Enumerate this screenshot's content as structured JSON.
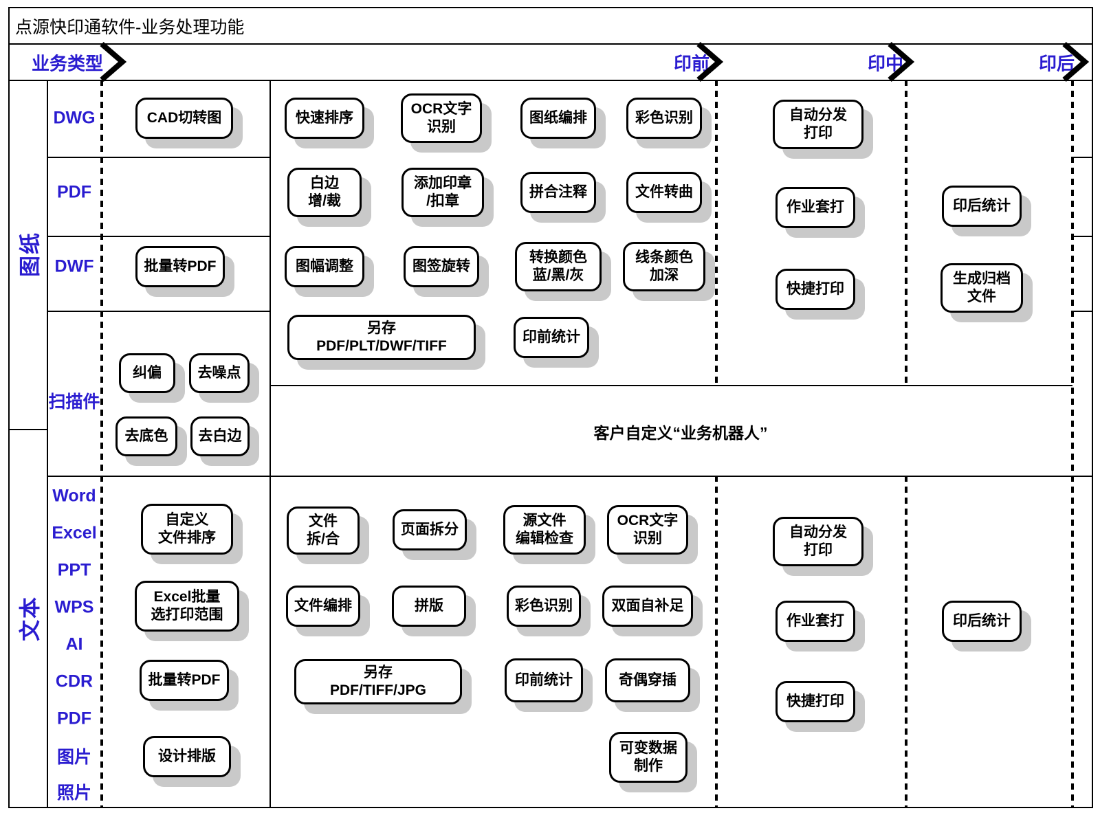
{
  "title": "点源快印通软件-业务处理功能",
  "colors": {
    "accent": "#2A1CD0",
    "line": "#000000",
    "shadow": "#C9C9C9",
    "background": "#FFFFFF"
  },
  "header": {
    "business_type": "业务类型",
    "stages": [
      "印前",
      "印中",
      "印后"
    ]
  },
  "categories": {
    "top": "图纸",
    "bottom": "文本"
  },
  "formats": {
    "top": [
      "DWG",
      "PDF",
      "DWF",
      "扫描件"
    ],
    "bottom": [
      "Word",
      "Excel",
      "PPT",
      "WPS",
      "AI",
      "CDR",
      "PDF",
      "图片",
      "照片"
    ]
  },
  "custom_band_label": "客户自定义“业务机器人”",
  "boxes": [
    {
      "id": "cad-qie-zhuan-tu",
      "lines": [
        "CAD切转图"
      ]
    },
    {
      "id": "pi-liang-zhuan-pdf-drawing",
      "lines": [
        "批量转PDF"
      ]
    },
    {
      "id": "jiu-pian",
      "lines": [
        "纠偏"
      ]
    },
    {
      "id": "qu-zao-dian",
      "lines": [
        "去噪点"
      ]
    },
    {
      "id": "qu-di-se",
      "lines": [
        "去底色"
      ]
    },
    {
      "id": "qu-bai-bian",
      "lines": [
        "去白边"
      ]
    },
    {
      "id": "kuai-su-pai-xu",
      "lines": [
        "快速排序"
      ]
    },
    {
      "id": "ocr-top",
      "lines": [
        "OCR文字",
        "识别"
      ]
    },
    {
      "id": "tu-zhi-bian-pai",
      "lines": [
        "图纸编排"
      ]
    },
    {
      "id": "cai-se-shi-bie-top",
      "lines": [
        "彩色识别"
      ]
    },
    {
      "id": "bai-bian-zeng-cai",
      "lines": [
        "白边",
        "增/裁"
      ]
    },
    {
      "id": "tian-jia-yin-zhang",
      "lines": [
        "添加印章",
        "/扣章"
      ]
    },
    {
      "id": "pin-he-zhu-shi",
      "lines": [
        "拼合注释"
      ]
    },
    {
      "id": "wen-jian-zhuan-qu",
      "lines": [
        "文件转曲"
      ]
    },
    {
      "id": "tu-fu-tiao-zheng",
      "lines": [
        "图幅调整"
      ]
    },
    {
      "id": "tu-qian-xuan-zhuan",
      "lines": [
        "图签旋转"
      ]
    },
    {
      "id": "zhuan-huan-yan-se",
      "lines": [
        "转换颜色",
        "蓝/黑/灰"
      ]
    },
    {
      "id": "xian-tiao-yan-se",
      "lines": [
        "线条颜色",
        "加深"
      ]
    },
    {
      "id": "ling-cun-top",
      "lines": [
        "另存",
        "PDF/PLT/DWF/TIFF"
      ]
    },
    {
      "id": "yin-qian-tong-ji-top",
      "lines": [
        "印前统计"
      ]
    },
    {
      "id": "zi-dong-fen-fa-top",
      "lines": [
        "自动分发",
        "打印"
      ]
    },
    {
      "id": "zuo-ye-tao-da-top",
      "lines": [
        "作业套打"
      ]
    },
    {
      "id": "kuai-jie-da-yin-top",
      "lines": [
        "快捷打印"
      ]
    },
    {
      "id": "yin-hou-tong-ji-top",
      "lines": [
        "印后统计"
      ]
    },
    {
      "id": "sheng-cheng-gui-dang",
      "lines": [
        "生成归档",
        "文件"
      ]
    },
    {
      "id": "zi-ding-yi-pai-xu",
      "lines": [
        "自定义",
        "文件排序"
      ]
    },
    {
      "id": "excel-pi-liang",
      "lines": [
        "Excel批量",
        "选打印范围"
      ]
    },
    {
      "id": "pi-liang-zhuan-pdf-text",
      "lines": [
        "批量转PDF"
      ]
    },
    {
      "id": "she-ji-pai-ban",
      "lines": [
        "设计排版"
      ]
    },
    {
      "id": "wen-jian-chai-he",
      "lines": [
        "文件",
        "拆/合"
      ]
    },
    {
      "id": "ye-mian-chai-fen",
      "lines": [
        "页面拆分"
      ]
    },
    {
      "id": "yuan-wen-jian-jian-cha",
      "lines": [
        "源文件",
        "编辑检查"
      ]
    },
    {
      "id": "ocr-bottom",
      "lines": [
        "OCR文字",
        "识别"
      ]
    },
    {
      "id": "wen-jian-bian-pai",
      "lines": [
        "文件编排"
      ]
    },
    {
      "id": "pin-ban",
      "lines": [
        "拼版"
      ]
    },
    {
      "id": "cai-se-shi-bie-bottom",
      "lines": [
        "彩色识别"
      ]
    },
    {
      "id": "shuang-mian-zi-bu-zu",
      "lines": [
        "双面自补足"
      ]
    },
    {
      "id": "ling-cun-bottom",
      "lines": [
        "另存",
        "PDF/TIFF/JPG"
      ]
    },
    {
      "id": "yin-qian-tong-ji-bottom",
      "lines": [
        "印前统计"
      ]
    },
    {
      "id": "qi-ou-chuan-cha",
      "lines": [
        "奇偶穿插"
      ]
    },
    {
      "id": "ke-bian-shu-ju",
      "lines": [
        "可变数据",
        "制作"
      ]
    },
    {
      "id": "zi-dong-fen-fa-bottom",
      "lines": [
        "自动分发",
        "打印"
      ]
    },
    {
      "id": "zuo-ye-tao-da-bottom",
      "lines": [
        "作业套打"
      ]
    },
    {
      "id": "kuai-jie-da-yin-bottom",
      "lines": [
        "快捷打印"
      ]
    },
    {
      "id": "yin-hou-tong-ji-bottom",
      "lines": [
        "印后统计"
      ]
    }
  ]
}
